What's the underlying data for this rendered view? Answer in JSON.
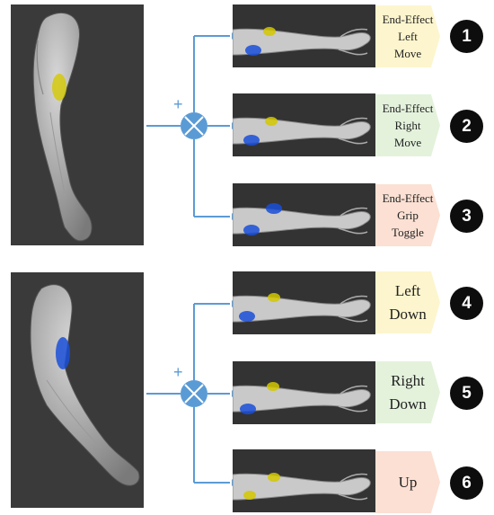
{
  "colors": {
    "line": "#5b9bd5",
    "sum_node": "#5b9bd5",
    "highlight_yellow": "#d4c800",
    "highlight_blue": "#1a4fd8",
    "panel_bg": "#333333",
    "label_yellow": "#fdf5cd",
    "label_green": "#e4f2dc",
    "label_pink": "#fbe0d3"
  },
  "groups": [
    {
      "plus_symbol": "+",
      "outputs": [
        {
          "number": "1",
          "label": "End-Effect\nLeft\nMove",
          "size": "small",
          "label_color": "yellow"
        },
        {
          "number": "2",
          "label": "End-Effect\nRight\nMove",
          "size": "small",
          "label_color": "green"
        },
        {
          "number": "3",
          "label": "End-Effect\nGrip\nToggle",
          "size": "small",
          "label_color": "pink"
        }
      ]
    },
    {
      "plus_symbol": "+",
      "outputs": [
        {
          "number": "4",
          "label": "Left\nDown",
          "size": "large",
          "label_color": "yellow"
        },
        {
          "number": "5",
          "label": "Right\nDown",
          "size": "large",
          "label_color": "green"
        },
        {
          "number": "6",
          "label": "Up",
          "size": "large",
          "label_color": "pink"
        }
      ]
    }
  ]
}
